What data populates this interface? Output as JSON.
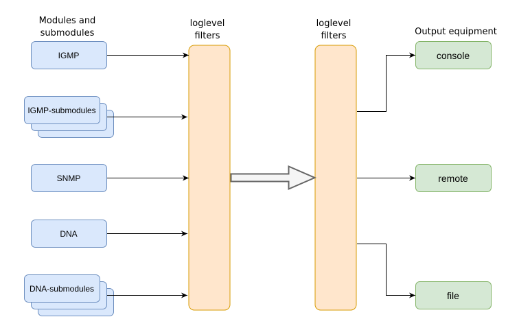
{
  "headers": {
    "modules": [
      "Modules and",
      "submodules"
    ],
    "filter1": [
      "loglevel",
      "filters"
    ],
    "filter2": [
      "loglevel",
      "filters"
    ],
    "output": "Output equipment"
  },
  "modules": [
    {
      "label": "IGMP",
      "stacked": false
    },
    {
      "label": "IGMP-submodules",
      "stacked": true
    },
    {
      "label": "SNMP",
      "stacked": false
    },
    {
      "label": "DNA",
      "stacked": false
    },
    {
      "label": "DNA-submodules",
      "stacked": true
    }
  ],
  "outputs": [
    {
      "label": "console"
    },
    {
      "label": "remote"
    },
    {
      "label": "file"
    }
  ],
  "colors": {
    "module_fill": "#dae8fc",
    "module_stroke": "#6c8ebf",
    "filter_fill": "#ffe6cc",
    "filter_stroke": "#d79b00",
    "output_fill": "#d5e8d4",
    "output_stroke": "#82b366",
    "arrow_fill": "#f5f5f5",
    "arrow_stroke": "#666666"
  }
}
